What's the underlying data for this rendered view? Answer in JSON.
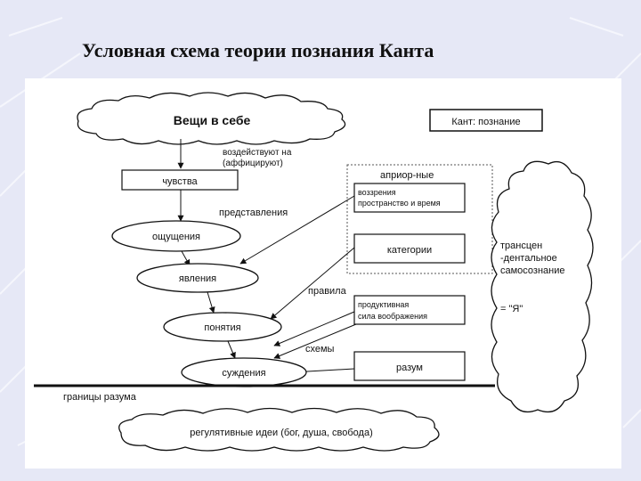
{
  "title": "Условная схема теории познания Канта",
  "diagram": {
    "things_in_themselves": "Вещи в себе",
    "kant_legend": "Кант: познание",
    "act_on_line1": "воздействуют на",
    "act_on_line2": "(аффицируют)",
    "sensibility": "чувства",
    "apriori": "априор-ные",
    "intuitions_line1": "воззрения",
    "intuitions_line2": "пространство и время",
    "representations": "представления",
    "sensations": "ощущения",
    "categories": "категории",
    "appearances": "явления",
    "rules": "правила",
    "imagination_line1": "продуктивная",
    "imagination_line2": "сила воображения",
    "concepts": "понятия",
    "schemes": "схемы",
    "reason": "разум",
    "judgments": "суждения",
    "limits_of_reason": "границы разума",
    "regulative_ideas": "регулятивные идеи (бог, душа, свобода)",
    "transcendental_line1": "трансцен",
    "transcendental_line2": "-дентальное",
    "transcendental_line3": "самосознание",
    "transcendental_line4": "= \"Я\""
  }
}
